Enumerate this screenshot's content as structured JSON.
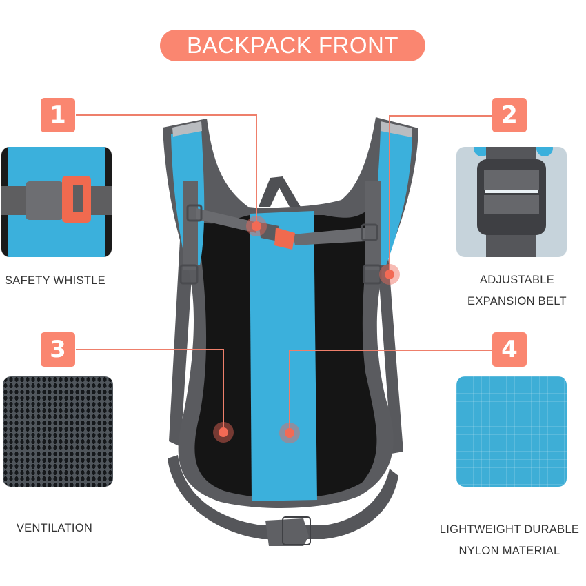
{
  "title": "BACKPACK FRONT",
  "features": [
    {
      "number": "1",
      "label_lines": [
        "SAFETY WHISTLE"
      ],
      "thumbnail": "safety-whistle-buckle"
    },
    {
      "number": "2",
      "label_lines": [
        "ADJUSTABLE",
        "EXPANSION BELT"
      ],
      "thumbnail": "strap-adjuster-buckle"
    },
    {
      "number": "3",
      "label_lines": [
        "VENTILATION"
      ],
      "thumbnail": "mesh-fabric"
    },
    {
      "number": "4",
      "label_lines": [
        "LIGHTWEIGHT DURABLE",
        "NYLON MATERIAL"
      ],
      "thumbnail": "ripstop-nylon"
    }
  ],
  "colors": {
    "accent": "#fa8670",
    "leader_line": "#ee7f6b",
    "pack_blue": "#3bb0dc",
    "pack_gray": "#5a5b5f",
    "mesh_black": "#141414",
    "text": "#333333"
  }
}
